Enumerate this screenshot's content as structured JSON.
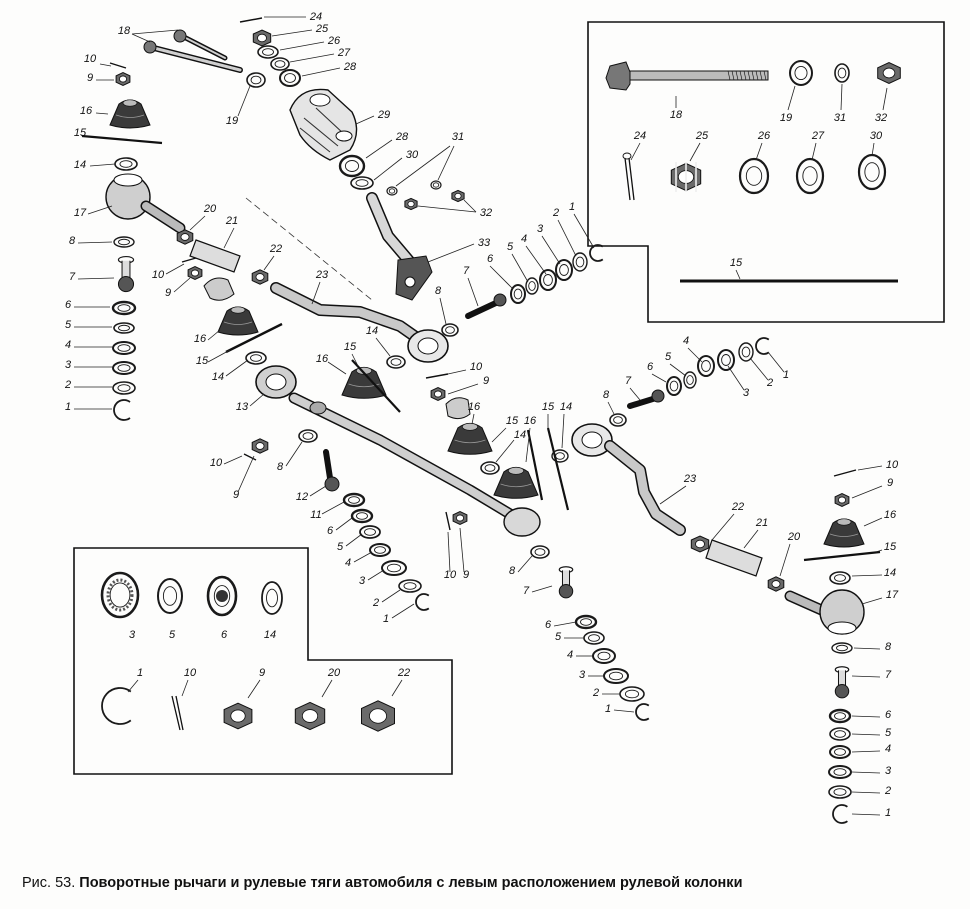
{
  "caption": {
    "prefix": "Рис. 53.",
    "text": "Поворотные рычаги и рулевые тяги автомобиля с левым расположением рулевой колонки"
  },
  "labels": {
    "n1": "1",
    "n2": "2",
    "n3": "3",
    "n4": "4",
    "n5": "5",
    "n6": "6",
    "n7": "7",
    "n8": "8",
    "n9": "9",
    "n10": "10",
    "n11": "11",
    "n12": "12",
    "n13": "13",
    "n14": "14",
    "n15": "15",
    "n16": "16",
    "n17": "17",
    "n18": "18",
    "n19": "19",
    "n20": "20",
    "n21": "21",
    "n22": "22",
    "n23": "23",
    "n24": "24",
    "n25": "25",
    "n26": "26",
    "n27": "27",
    "n28": "28",
    "n29": "29",
    "n30": "30",
    "n31": "31",
    "n32": "32",
    "n33": "33"
  }
}
